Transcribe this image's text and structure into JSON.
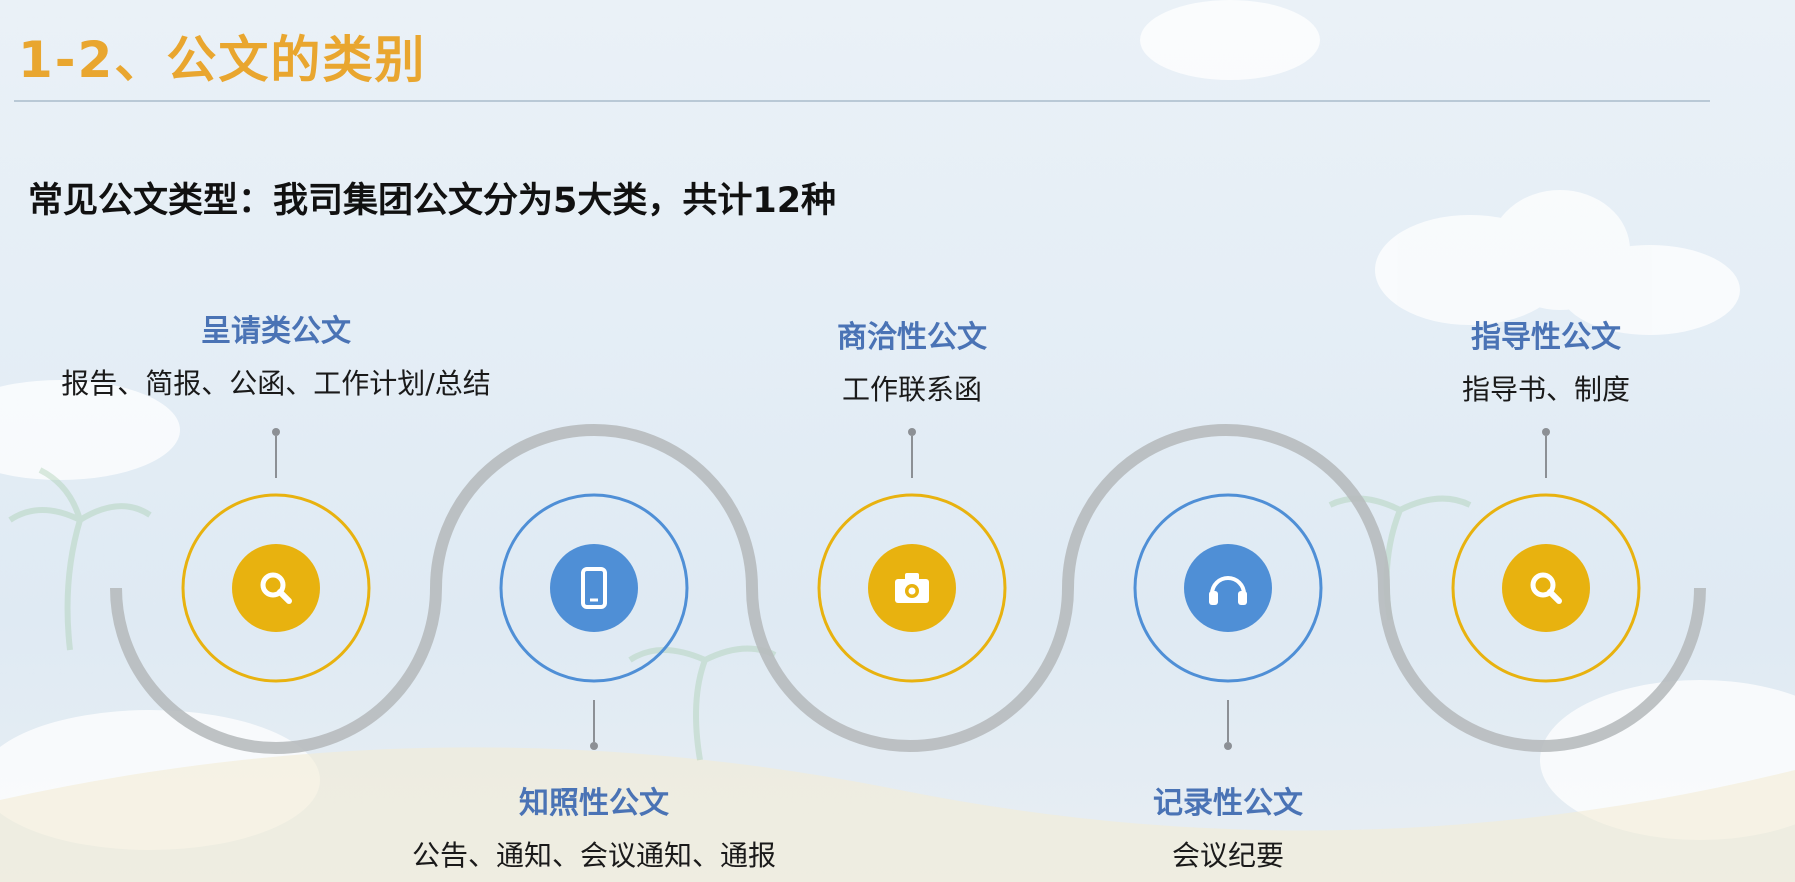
{
  "title": "1-2、公文的类别",
  "subtitle": "常见公文类型：我司集团公文分为5大类，共计12种",
  "colors": {
    "title": "#e9a62f",
    "category_name": "#4a73b5",
    "gold": "#e8b20f",
    "blue": "#4f8fd6",
    "track": "#b7bbbe"
  },
  "categories": [
    {
      "name": "呈请类公文",
      "items": "报告、简报、公函、工作计划/总结",
      "icon": "search-icon",
      "accent": "gold"
    },
    {
      "name": "知照性公文",
      "items": "公告、通知、会议通知、通报",
      "icon": "mobile-phone-icon",
      "accent": "blue"
    },
    {
      "name": "商洽性公文",
      "items": "工作联系函",
      "icon": "camera-icon",
      "accent": "gold"
    },
    {
      "name": "记录性公文",
      "items": "会议纪要",
      "icon": "headphones-icon",
      "accent": "blue"
    },
    {
      "name": "指导性公文",
      "items": "指导书、制度",
      "icon": "search-icon",
      "accent": "gold"
    }
  ]
}
